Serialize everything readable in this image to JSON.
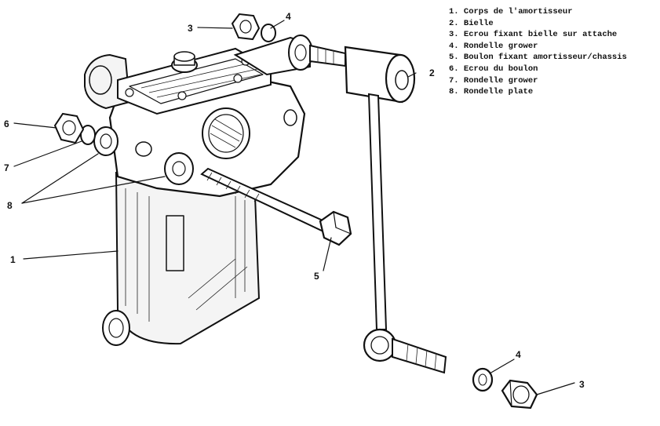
{
  "legend": {
    "items": [
      "1. Corps de l'amortisseur",
      "2. Bielle",
      "3. Ecrou fixant bielle sur attache",
      "4. Rondelle grower",
      "5. Boulon fixant amortisseur/chassis",
      "6. Ecrou du boulon",
      "7. Rondelle grower",
      "8. Rondelle plate"
    ]
  },
  "callouts": {
    "body": "1",
    "rod": "2",
    "nut_top": "3",
    "nut_bottom": "3",
    "washer_top": "4",
    "washer_bottom": "4",
    "bolt": "5",
    "bolt_nut": "6",
    "grower": "7",
    "flat_washer": "8"
  }
}
